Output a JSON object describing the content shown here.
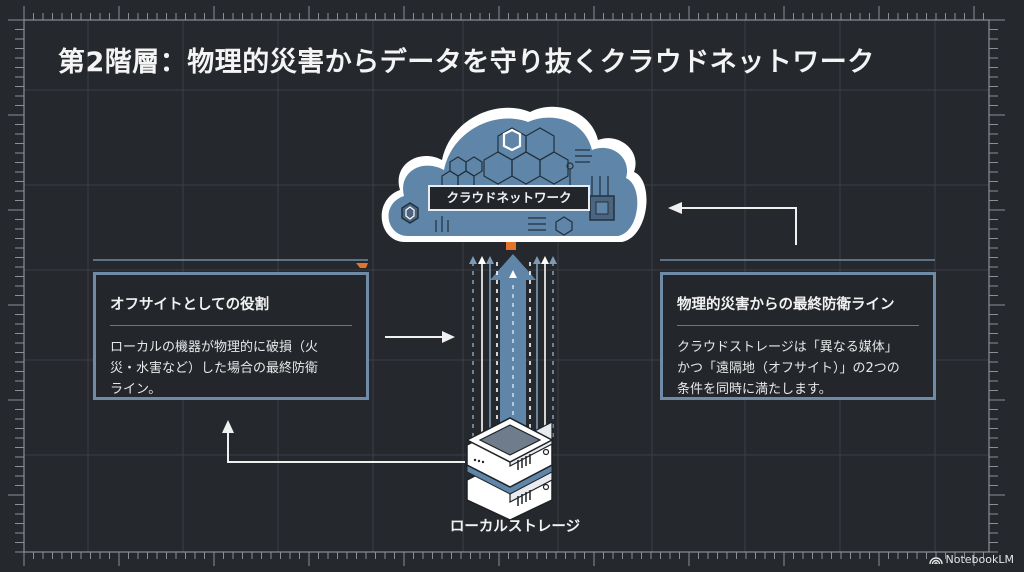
{
  "title": "第2階層：物理的災害からデータを守り抜くクラウドネットワーク",
  "cloud": {
    "label": "クラウドネットワーク",
    "icon": "cloud-network-icon"
  },
  "storage": {
    "label": "ローカルストレージ",
    "icon": "server-stack-icon"
  },
  "left_card": {
    "title": "オフサイトとしての役割",
    "body_lines": [
      "ローカルの機器が物理的に破損（火",
      "災・水害など）した場合の最終防衛",
      "ライン。"
    ]
  },
  "right_card": {
    "title": "物理的災害からの最終防衛ライン",
    "body_lines": [
      "クラウドストレージは「異なる媒体」",
      "かつ「遠隔地（オフサイト）」の2つの",
      "条件を同時に満たします。"
    ]
  },
  "branding": {
    "label": "NotebookLM",
    "icon": "notebooklm-logo-icon"
  },
  "colors": {
    "background": "#25282d",
    "accent_blue": "#5f86a8",
    "accent_orange": "#e2742c",
    "card_border": "#6f8ba6",
    "text": "#f2f2f2"
  }
}
